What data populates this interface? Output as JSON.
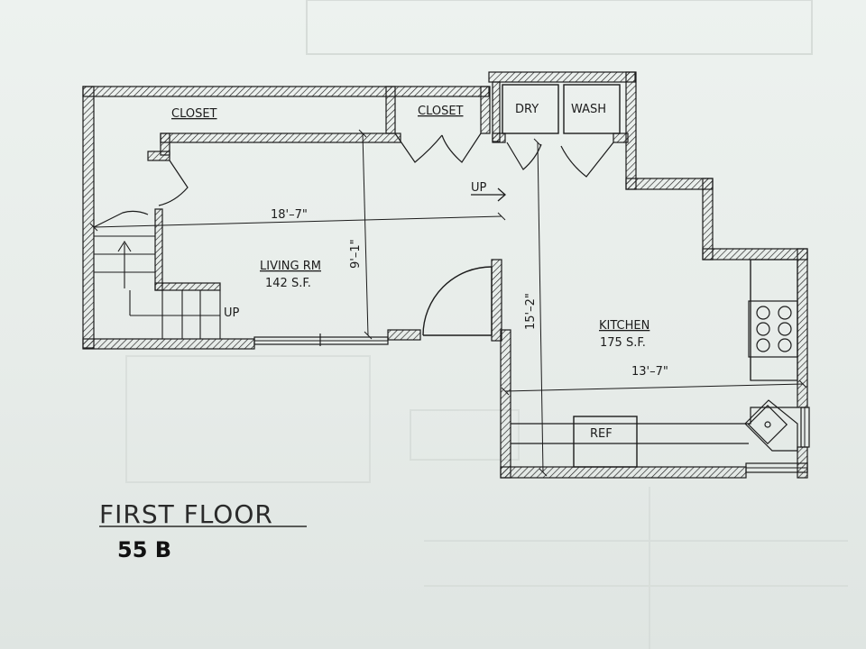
{
  "plan": {
    "title": "FIRST FLOOR",
    "unit_note": "55 B",
    "rooms": {
      "closet_left": "CLOSET",
      "closet_mid": "CLOSET",
      "dry": "DRY",
      "wash": "WASH",
      "living_name": "LIVING RM",
      "living_area": "142 S.F.",
      "kitchen_name": "KITCHEN",
      "kitchen_area": "175 S.F.",
      "ref": "REF"
    },
    "stairs": {
      "up_main": "UP",
      "up_hall": "UP"
    },
    "dimensions": {
      "living_width": "18'–7\"",
      "living_depth": "9'–1\"",
      "kitchen_width": "13'–7\"",
      "kitchen_depth": "15'–2\""
    }
  },
  "colors": {
    "ink": "#1c1c1c",
    "paper": "#eaefec",
    "ghost": "#b9c0bd"
  }
}
